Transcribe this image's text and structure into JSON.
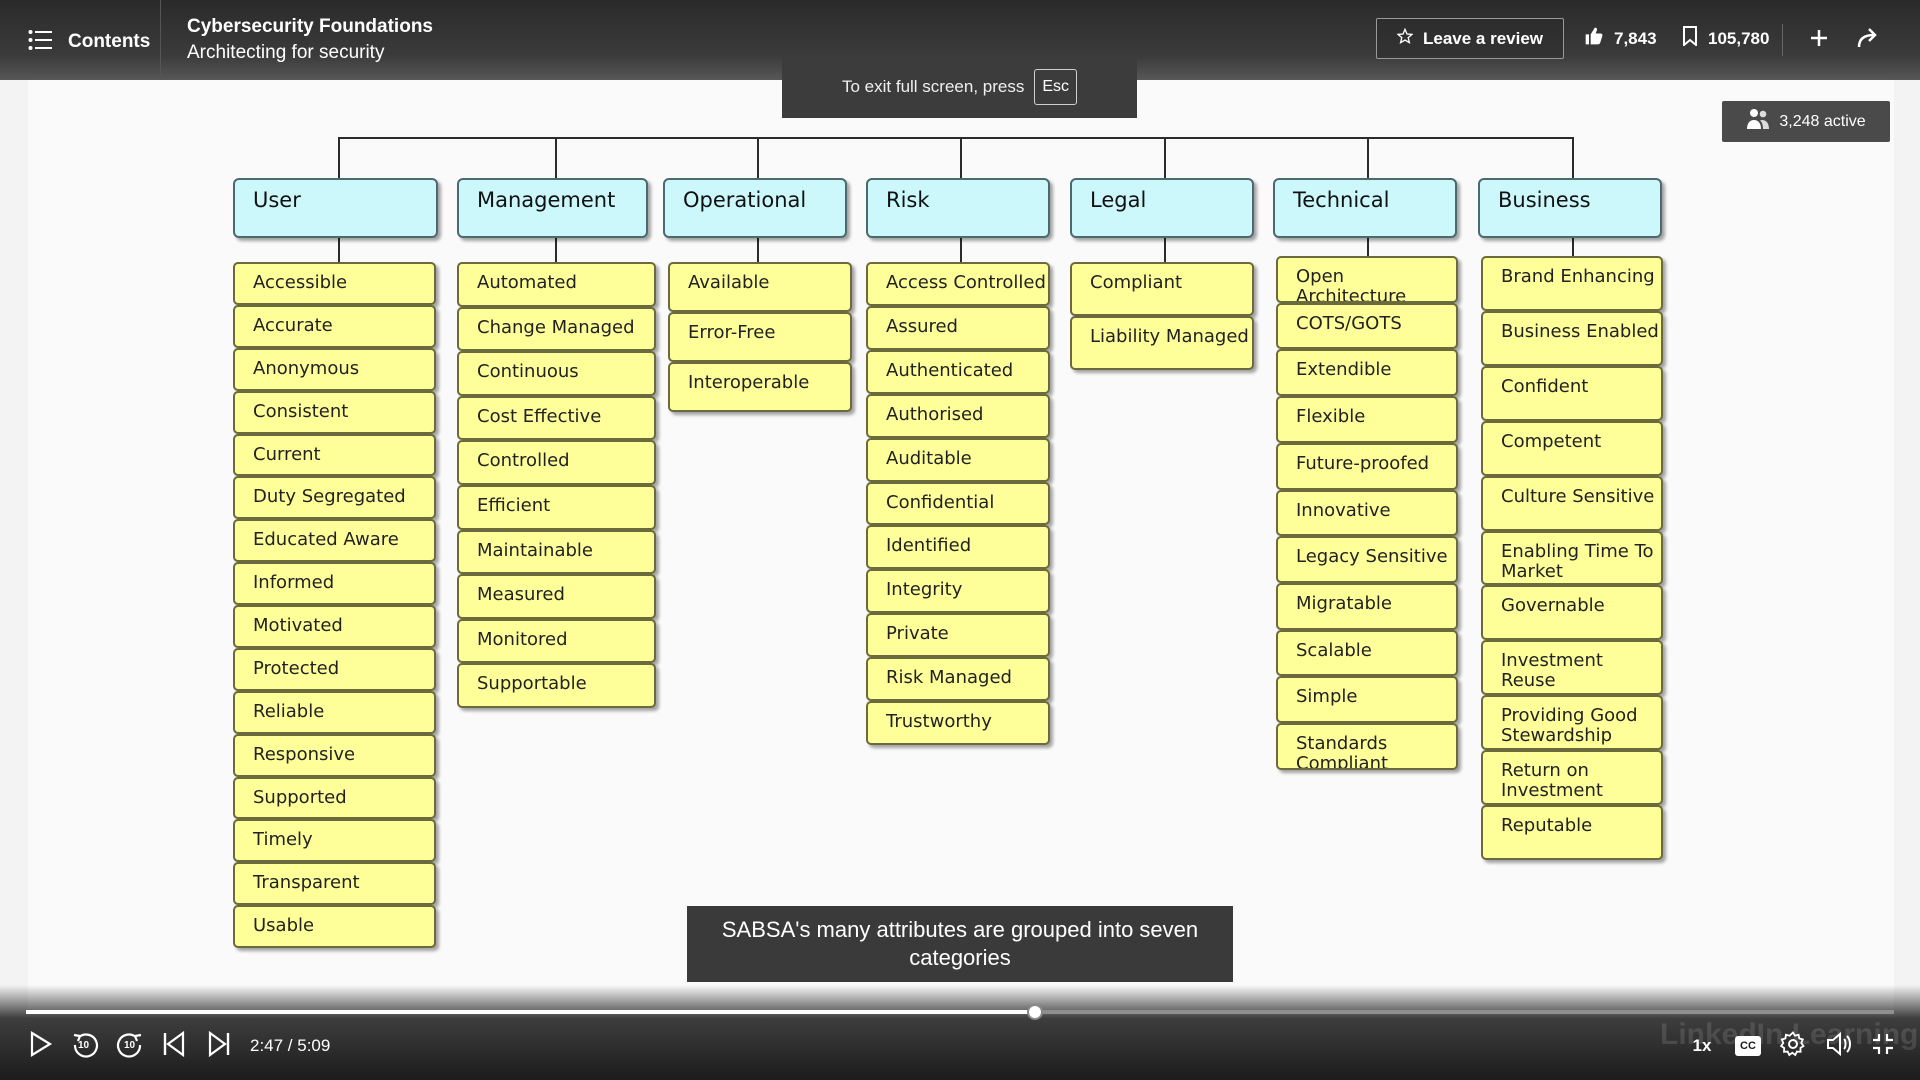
{
  "header": {
    "contents_label": "Contents",
    "course_title": "Cybersecurity Foundations",
    "lesson_title": "Architecting for security",
    "review_label": "Leave a review",
    "likes": "7,843",
    "saves": "105,780"
  },
  "toast": {
    "text": "To exit full screen, press",
    "key": "Esc"
  },
  "viewers": {
    "text": "3,248 active"
  },
  "diagram": {
    "categories": [
      {
        "name": "User",
        "attributes": [
          "Accessible",
          "Accurate",
          "Anonymous",
          "Consistent",
          "Current",
          "Duty Segregated",
          "Educated Aware",
          "Informed",
          "Motivated",
          "Protected",
          "Reliable",
          "Responsive",
          "Supported",
          "Timely",
          "Transparent",
          "Usable"
        ]
      },
      {
        "name": "Management",
        "attributes": [
          "Automated",
          "Change Managed",
          "Continuous",
          "Cost Effective",
          "Controlled",
          "Efficient",
          "Maintainable",
          "Measured",
          "Monitored",
          "Supportable"
        ]
      },
      {
        "name": "Operational",
        "attributes": [
          "Available",
          "Error-Free",
          "Interoperable"
        ]
      },
      {
        "name": "Risk",
        "attributes": [
          "Access Controlled",
          "Assured",
          "Authenticated",
          "Authorised",
          "Auditable",
          "Confidential",
          "Identified",
          "Integrity",
          "Private",
          "Risk Managed",
          "Trustworthy"
        ]
      },
      {
        "name": "Legal",
        "attributes": [
          "Compliant",
          "Liability Managed"
        ]
      },
      {
        "name": "Technical",
        "attributes": [
          "Open Architecture",
          "COTS/GOTS",
          "Extendible",
          "Flexible",
          "Future-proofed",
          "Innovative",
          "Legacy Sensitive",
          "Migratable",
          "Scalable",
          "Simple",
          "Standards Compliant"
        ]
      },
      {
        "name": "Business",
        "attributes": [
          "Brand Enhancing",
          "Business Enabled",
          "Confident",
          "Competent",
          "Culture Sensitive",
          "Enabling Time To Market",
          "Governable",
          "Investment Reuse",
          "Providing Good Stewardship",
          "Return on Investment",
          "Reputable"
        ]
      }
    ]
  },
  "caption": {
    "text": "SABSA's many attributes are grouped into seven categories"
  },
  "player": {
    "time": "2:47 / 5:09",
    "progress": 0.54,
    "speed": "1x",
    "cc_label": "CC",
    "rewind_label": "10",
    "forward_label": "10",
    "watermark": "LinkedIn Learning"
  },
  "colors": {
    "category_fill": "#ccf8fb",
    "attribute_fill": "#ffff99"
  }
}
